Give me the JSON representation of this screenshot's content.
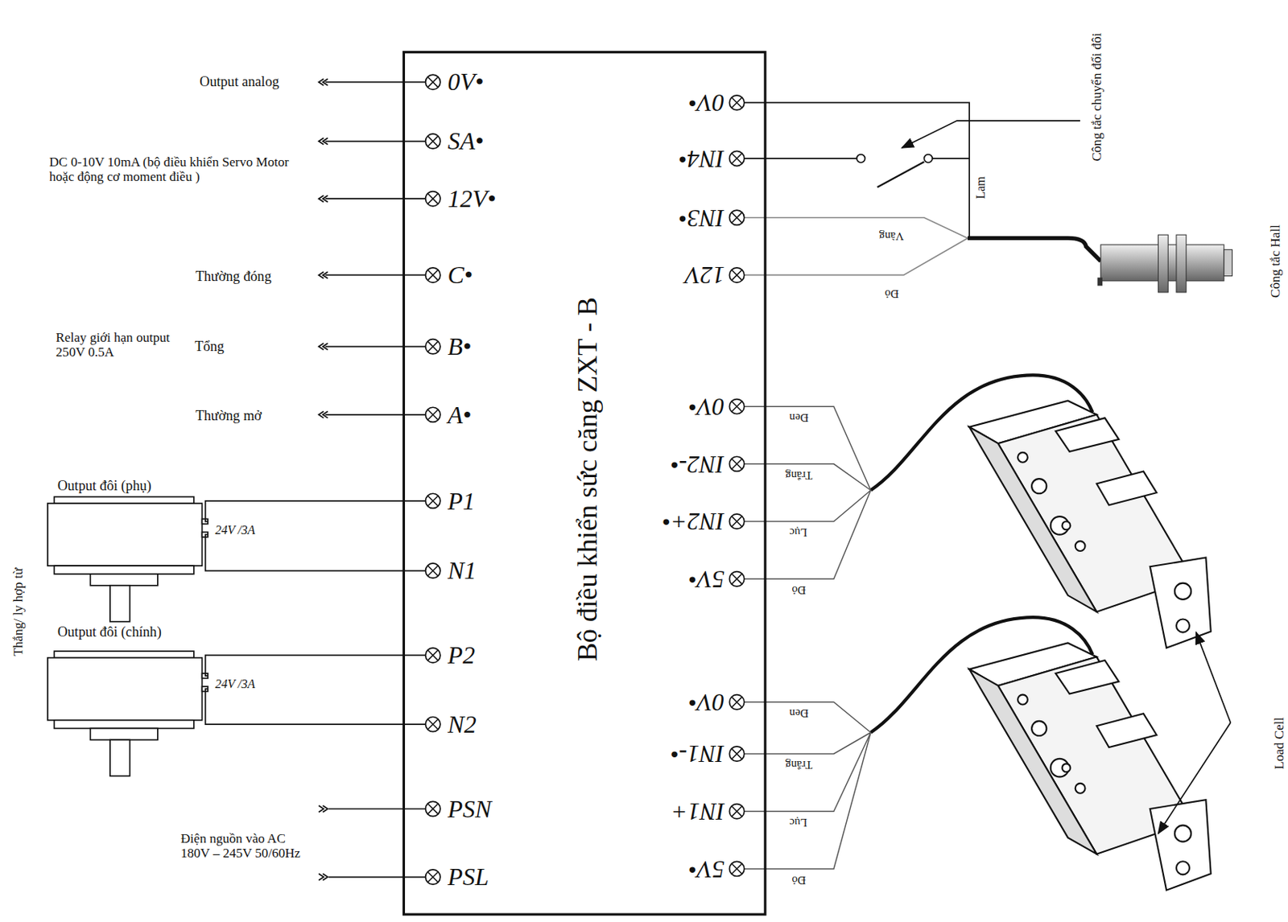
{
  "diagram": {
    "nodes": [
      {
        "text": [
          "Bộ điều khiển sức căng ZXT - B"
        ]
      }
    ],
    "labels": [
      "Output analog",
      "DC 0-10V 10mA (bộ điều khiển Servo Motor hoặc động cơ moment điều )",
      "Thường đóng",
      "Relay giới hạn output 250V  0.5A",
      "Tổng",
      "Thường mở",
      "Output đôi (phụ)",
      "24V /3A",
      "Output đôi (chính)",
      "24V /3A",
      "Thắng/ ly hợp từ",
      "Điện nguồn vào AC 180V – 245V 50/60Hz",
      "0V•",
      "SA•",
      "12V•",
      "C•",
      "B•",
      "A•",
      "P1",
      "N1",
      "P2",
      "N2",
      "PSN",
      "PSL",
      "0V•",
      "IN4•",
      "IN3•",
      "12V",
      "0V•",
      "IN2-•",
      "IN2+•",
      "5V•",
      "0V•",
      "IN1-•",
      "IN1+",
      "5V•",
      "Lam",
      "Vàng",
      "Đỏ",
      "Đen",
      "Trắng",
      "Lục",
      "Đỏ",
      "Đen",
      "Trắng",
      "Lục",
      "Đỏ",
      "Công tắc chuyển đổi đôi",
      "Công tắc Hall",
      "Load Cell"
    ]
  }
}
